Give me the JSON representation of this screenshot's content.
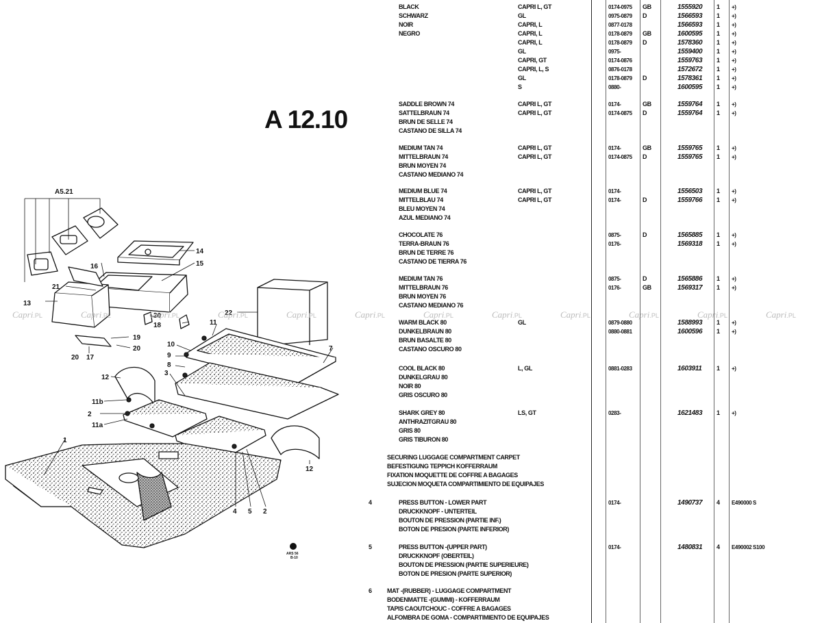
{
  "title": "A 12.10",
  "watermark": "Capri",
  "watermark_suffix": "PL",
  "stamp_text": [
    "ARS 56",
    "B-10"
  ],
  "callouts": [
    "A5.21",
    "14",
    "15",
    "16",
    "21",
    "13",
    "20",
    "18",
    "19",
    "20",
    "17",
    "20",
    "22",
    "11",
    "7",
    "10",
    "9",
    "8",
    "3",
    "12",
    "11b",
    "2",
    "11a",
    "1",
    "12",
    "4",
    "5",
    "2"
  ],
  "colors": {
    "ink": "#111111",
    "paper": "#ffffff",
    "watermark": "#bbbbbb"
  },
  "color_rows": [
    {
      "d": "BLACK",
      "m": "CAPRI L, GT",
      "dt": "0174-0975",
      "c": "GB",
      "p": "1555920",
      "q": "1",
      "n": "+)"
    },
    {
      "d": "SCHWARZ",
      "m": "GL",
      "dt": "0975-0879",
      "c": "D",
      "p": "1566593",
      "q": "1",
      "n": "+)"
    },
    {
      "d": "NOIR",
      "m": "CAPRI, L",
      "dt": "0877-0178",
      "c": "",
      "p": "1566593",
      "q": "1",
      "n": "+)"
    },
    {
      "d": "NEGRO",
      "m": "CAPRI, L",
      "dt": "0178-0879",
      "c": "GB",
      "p": "1600595",
      "q": "1",
      "n": "+)"
    },
    {
      "d": "",
      "m": "CAPRI, L",
      "dt": "0178-0879",
      "c": "D",
      "p": "1578360",
      "q": "1",
      "n": "+)"
    },
    {
      "d": "",
      "m": "GL",
      "dt": "0975-",
      "c": "",
      "p": "1559400",
      "q": "1",
      "n": "+)"
    },
    {
      "d": "",
      "m": "CAPRI, GT",
      "dt": "0174-0876",
      "c": "",
      "p": "1559763",
      "q": "1",
      "n": "+)"
    },
    {
      "d": "",
      "m": "CAPRI, L, S",
      "dt": "0876-0178",
      "c": "",
      "p": "1572672",
      "q": "1",
      "n": "+)"
    },
    {
      "d": "",
      "m": "GL",
      "dt": "0178-0879",
      "c": "D",
      "p": "1578361",
      "q": "1",
      "n": "+)"
    },
    {
      "d": "",
      "m": "S",
      "dt": "0880-",
      "c": "",
      "p": "1600595",
      "q": "1",
      "n": "+)"
    },
    {
      "d": "SADDLE BROWN 74",
      "m": "CAPRI L, GT",
      "dt": "0174-",
      "c": "GB",
      "p": "1559764",
      "q": "1",
      "n": "+)"
    },
    {
      "d": "SATTELBRAUN 74",
      "m": "CAPRI L, GT",
      "dt": "0174-0875",
      "c": "D",
      "p": "1559764",
      "q": "1",
      "n": "+)"
    },
    {
      "d": "BRUN DE SELLE 74",
      "m": "",
      "dt": "",
      "c": "",
      "p": "",
      "q": "",
      "n": ""
    },
    {
      "d": "CASTANO DE SILLA 74",
      "m": "",
      "dt": "",
      "c": "",
      "p": "",
      "q": "",
      "n": ""
    },
    {
      "d": "MEDIUM TAN 74",
      "m": "CAPRI L, GT",
      "dt": "0174-",
      "c": "GB",
      "p": "1559765",
      "q": "1",
      "n": "+)"
    },
    {
      "d": "MITTELBRAUN 74",
      "m": "CAPRI L, GT",
      "dt": "0174-0875",
      "c": "D",
      "p": "1559765",
      "q": "1",
      "n": "+)"
    },
    {
      "d": "BRUN MOYEN 74",
      "m": "",
      "dt": "",
      "c": "",
      "p": "",
      "q": "",
      "n": ""
    },
    {
      "d": "CASTANO MEDIANO 74",
      "m": "",
      "dt": "",
      "c": "",
      "p": "",
      "q": "",
      "n": ""
    },
    {
      "d": "MEDIUM BLUE 74",
      "m": "CAPRI L, GT",
      "dt": "0174-",
      "c": "",
      "p": "1556503",
      "q": "1",
      "n": "+)"
    },
    {
      "d": "MITTELBLAU 74",
      "m": "CAPRI L, GT",
      "dt": "0174-",
      "c": "D",
      "p": "1559766",
      "q": "1",
      "n": "+)"
    },
    {
      "d": "BLEU MOYEN 74",
      "m": "",
      "dt": "",
      "c": "",
      "p": "",
      "q": "",
      "n": ""
    },
    {
      "d": "AZUL MEDIANO 74",
      "m": "",
      "dt": "",
      "c": "",
      "p": "",
      "q": "",
      "n": ""
    },
    {
      "d": "CHOCOLATE 76",
      "m": "",
      "dt": "0875-",
      "c": "D",
      "p": "1565885",
      "q": "1",
      "n": "+)"
    },
    {
      "d": "TERRA-BRAUN 76",
      "m": "",
      "dt": "0176-",
      "c": "",
      "p": "1569318",
      "q": "1",
      "n": "+)"
    },
    {
      "d": "BRUN DE TERRE 76",
      "m": "",
      "dt": "",
      "c": "",
      "p": "",
      "q": "",
      "n": ""
    },
    {
      "d": "CASTANO DE TIERRA 76",
      "m": "",
      "dt": "",
      "c": "",
      "p": "",
      "q": "",
      "n": ""
    },
    {
      "d": "MEDIUM TAN 76",
      "m": "",
      "dt": "0875-",
      "c": "D",
      "p": "1565886",
      "q": "1",
      "n": "+)"
    },
    {
      "d": "MITTELBRAUN 76",
      "m": "",
      "dt": "0176-",
      "c": "GB",
      "p": "1569317",
      "q": "1",
      "n": "+)"
    },
    {
      "d": "BRUN MOYEN 76",
      "m": "",
      "dt": "",
      "c": "",
      "p": "",
      "q": "",
      "n": ""
    },
    {
      "d": "CASTANO MEDIANO 76",
      "m": "",
      "dt": "",
      "c": "",
      "p": "",
      "q": "",
      "n": ""
    },
    {
      "d": "WARM BLACK 80",
      "m": "GL",
      "dt": "0879-0880",
      "c": "",
      "p": "1588993",
      "q": "1",
      "n": "+)"
    },
    {
      "d": "DUNKELBRAUN 80",
      "m": "",
      "dt": "0880-0881",
      "c": "",
      "p": "1600596",
      "q": "1",
      "n": "+)"
    },
    {
      "d": "BRUN BASALTE 80",
      "m": "",
      "dt": "",
      "c": "",
      "p": "",
      "q": "",
      "n": ""
    },
    {
      "d": "CASTANO OSCURO 80",
      "m": "",
      "dt": "",
      "c": "",
      "p": "",
      "q": "",
      "n": ""
    },
    {
      "d": "COOL BLACK 80",
      "m": "L, GL",
      "dt": "0881-0283",
      "c": "",
      "p": "1603911",
      "q": "1",
      "n": "+)"
    },
    {
      "d": "DUNKELGRAU 80",
      "m": "",
      "dt": "",
      "c": "",
      "p": "",
      "q": "",
      "n": ""
    },
    {
      "d": "NOIR 80",
      "m": "",
      "dt": "",
      "c": "",
      "p": "",
      "q": "",
      "n": ""
    },
    {
      "d": "GRIS OSCURO 80",
      "m": "",
      "dt": "",
      "c": "",
      "p": "",
      "q": "",
      "n": ""
    },
    {
      "d": "SHARK GREY 80",
      "m": "LS, GT",
      "dt": "0283-",
      "c": "",
      "p": "1621483",
      "q": "1",
      "n": "+)"
    },
    {
      "d": "ANTHRAZITGRAU 80",
      "m": "",
      "dt": "",
      "c": "",
      "p": "",
      "q": "",
      "n": ""
    },
    {
      "d": "GRIS 80",
      "m": "",
      "dt": "",
      "c": "",
      "p": "",
      "q": "",
      "n": ""
    },
    {
      "d": "GRIS TIBURON 80",
      "m": "",
      "dt": "",
      "c": "",
      "p": "",
      "q": "",
      "n": ""
    }
  ],
  "section_heading": [
    "SECURING LUGGAGE COMPARTMENT CARPET",
    "BEFESTIGUNG TEPPICH KOFFERRAUM",
    "FIXATION MOQUETTE DE COFFRE A BAGAGES",
    "SUJECION MOQUETA COMPARTIMIENTO DE EQUIPAJES"
  ],
  "parts": [
    {
      "ref": "4",
      "lines": [
        "PRESS BUTTON - LOWER PART",
        "DRUCKKNOPF - UNTERTEIL",
        "BOUTON DE PRESSION (PARTIE INF.)",
        "BOTON DE PRESION (PARTE INFERIOR)"
      ],
      "date": "0174-",
      "part": "1490737",
      "qty": "4",
      "note": "E490000 S"
    },
    {
      "ref": "5",
      "lines": [
        "PRESS BUTTON -(UPPER PART)",
        "DRUCKKNOPF (OBERTEIL)",
        "BOUTON DE PRESSION (PARTIE SUPERIEURE)",
        "BOTON DE PRESION (PARTE SUPERIOR)"
      ],
      "date": "0174-",
      "part": "1480831",
      "qty": "4",
      "note": "E490002 S100"
    },
    {
      "ref": "6",
      "lines": [
        "MAT -(RUBBER) - LUGGAGE COMPARTMENT",
        "BODENMATTE -(GUMMI) - KOFFERRAUM",
        "TAPIS CAOUTCHOUC - COFFRE A BAGAGES",
        "ALFOMBRA DE GOMA - COMPARTIMIENTO DE EQUIPAJES"
      ],
      "date": "",
      "part": "",
      "qty": "",
      "note": ""
    }
  ]
}
